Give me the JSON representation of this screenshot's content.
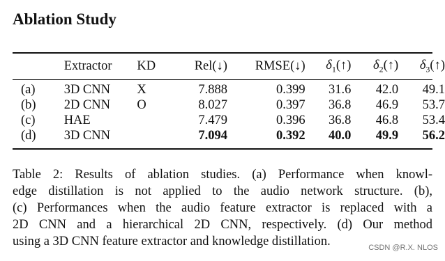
{
  "title": "Ablation Study",
  "table": {
    "headers": {
      "label": "",
      "extractor": "Extractor",
      "kd": "KD",
      "rel": "Rel(↓)",
      "rmse": "RMSE(↓)",
      "d1_symbol": "δ",
      "d1_sub": "1",
      "d1_arrow": "(↑)",
      "d2_symbol": "δ",
      "d2_sub": "2",
      "d2_arrow": "(↑)",
      "d3_symbol": "δ",
      "d3_sub": "3",
      "d3_arrow": "(↑)"
    },
    "rows": [
      {
        "label": "(a)",
        "extractor": "3D CNN",
        "kd": "X",
        "rel": "7.888",
        "rmse": "0.399",
        "d1": "31.6",
        "d2": "42.0",
        "d3": "49.1"
      },
      {
        "label": "(b)",
        "extractor": "2D CNN",
        "kd": "O",
        "rel": "8.027",
        "rmse": "0.397",
        "d1": "36.8",
        "d2": "46.9",
        "d3": "53.7"
      },
      {
        "label": "(c)",
        "extractor": "HAE",
        "kd": "",
        "rel": "7.479",
        "rmse": "0.396",
        "d1": "36.8",
        "d2": "46.8",
        "d3": "53.4"
      },
      {
        "label": "(d)",
        "extractor": "3D CNN",
        "kd": "",
        "rel": "7.094",
        "rmse": "0.392",
        "d1": "40.0",
        "d2": "49.9",
        "d3": "56.2"
      }
    ]
  },
  "caption_lines": [
    "Table 2: Results of ablation studies. (a) Performance when knowl-",
    "edge distillation is not applied to the audio network structure. (b),",
    "(c) Performances when the audio feature extractor is replaced with a",
    "2D CNN and a hierarchical 2D CNN, respectively. (d) Our method",
    "using a 3D CNN feature extractor and knowledge distillation."
  ],
  "watermark": "CSDN @R.X. NLOS"
}
